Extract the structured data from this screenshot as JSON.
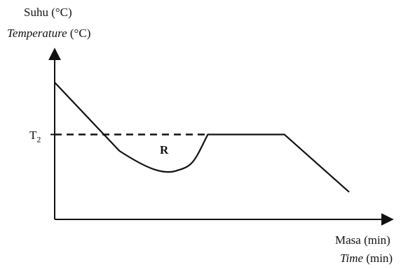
{
  "chart_data": {
    "type": "line",
    "ylabel": "Suhu (°C)",
    "ylabel_en": "Temperature",
    "ylabel_unit": "(°C)",
    "xlabel": "Masa (min)",
    "xlabel_en": "Time",
    "xlabel_unit": "(min)",
    "reference_label": "T",
    "reference_subscript": "2",
    "region_label": "R",
    "colors": {
      "line": "#111111"
    },
    "series": [
      {
        "values": [
          [
            0,
            1.0
          ],
          [
            2.2,
            0.5
          ],
          [
            4.2,
            0.36
          ],
          [
            5.2,
            0.62
          ],
          [
            7.8,
            0.62
          ],
          [
            10.0,
            0.2
          ]
        ]
      }
    ],
    "reference_line": {
      "y": 0.62,
      "style": "dashed"
    },
    "xlim": [
      0,
      10
    ],
    "ylim": [
      0,
      1.0
    ]
  }
}
